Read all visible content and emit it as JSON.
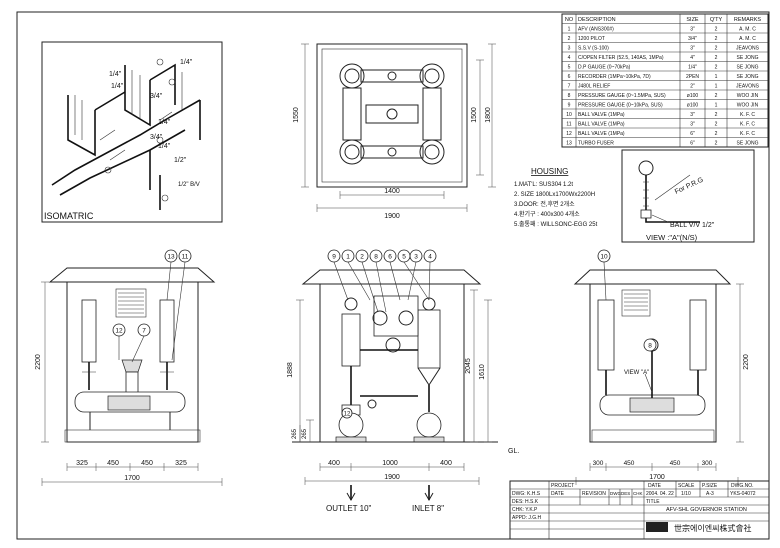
{
  "bom": {
    "headers": [
      "NO",
      "DESCRIPTION",
      "SIZE",
      "Q'TY",
      "REMARKS"
    ],
    "rows": [
      [
        "1",
        "AFV (ANS300#)",
        "3\"",
        "2",
        "A. M. C"
      ],
      [
        "2",
        "1200 PILOT",
        "3/4\"",
        "2",
        "A. M. C"
      ],
      [
        "3",
        "S.S.V (S-100)",
        "3\"",
        "2",
        "JEAVONS"
      ],
      [
        "4",
        "C/OPEN FILTER (52.5, 140AS, 1MPa)",
        "4\"",
        "2",
        "SE JONG"
      ],
      [
        "5",
        "D.P GAUGE (0~70kPa)",
        "1/4\"",
        "2",
        "SE JONG"
      ],
      [
        "6",
        "RECORDER (1MPa~10kPa, 7D)",
        "2PEN",
        "1",
        "SE JONG"
      ],
      [
        "7",
        "J480L RELIEF",
        "2\"",
        "1",
        "JEAVONS"
      ],
      [
        "8",
        "PRESSURE GAUGE (0~1.5MPa, SUS)",
        "ø100",
        "2",
        "WOO JIN"
      ],
      [
        "9",
        "PRESSURE GAUGE (0~10kPa, SUS)",
        "ø100",
        "1",
        "WOO JIN"
      ],
      [
        "10",
        "BALL VALVE (1MPa)",
        "3\"",
        "2",
        "K. F. C"
      ],
      [
        "11",
        "BALL VALVE (1MPa)",
        "3\"",
        "2",
        "K. F. C"
      ],
      [
        "12",
        "BALL VALVE (1MPa)",
        "6\"",
        "2",
        "K. F. C"
      ],
      [
        "13",
        "TURBO FUSER",
        "6\"",
        "2",
        "SE JONG"
      ]
    ]
  },
  "isometric": {
    "title": "ISOMATRIC",
    "labels": [
      "1/4\"",
      "1/4\"",
      "1/4\"",
      "3/4\"",
      "1/4\"",
      "3/4\"",
      "1/4\"",
      "1/2\"",
      "1/2\" B/V"
    ]
  },
  "plan": {
    "dims": [
      "1400",
      "1900",
      "1550",
      "1500",
      "1800"
    ]
  },
  "housing": {
    "title": "HOUSING",
    "lines": [
      "1.MAT'L: SUS304 1.2t",
      "2. SIZE   1800Lx1700Wx2200H",
      "3.DOOR: 전,후면 2개소",
      "4.환기구 : 400x300 4개소",
      "5.출통패 : WILLSONC-EGG 25t"
    ]
  },
  "view_a": {
    "title": "VIEW :\"A\"(N/S)",
    "label_prg": "For P.R.G",
    "label_ball": "BALL V/V 1/2\""
  },
  "left_view": {
    "balloons": [
      "13",
      "11",
      "12",
      "7"
    ],
    "height_dim": "2200",
    "bottom_dims": [
      "325",
      "450",
      "450",
      "325"
    ],
    "total_dim": "1700"
  },
  "front_view": {
    "balloons": [
      "9",
      "1",
      "2",
      "8",
      "6",
      "3",
      "5",
      "4"
    ],
    "balloon_inner": "12",
    "left_dims": [
      "1888",
      "265",
      "265"
    ],
    "right_dims": [
      "2045",
      "1610"
    ],
    "bottom_dims": [
      "400",
      "1000",
      "400"
    ],
    "total_dim": "1900",
    "gl": "GL.",
    "outlet": "OUTLET 10\"",
    "inlet": "INLET 8\""
  },
  "right_view": {
    "balloons": [
      "10",
      "8"
    ],
    "view_label": "VIEW \"A\"",
    "height_dim": "2200",
    "bottom_dims": [
      "300",
      "450",
      "450",
      "300"
    ],
    "total_dim": "1700"
  },
  "title_block": {
    "rows_left": [
      "DWG: K.H.S",
      "DES: H.S.K",
      "CHK: Y.K.P",
      "APPD: J.G.H"
    ],
    "revision_header": [
      "DATE",
      "REVISION",
      "DWG",
      "DES",
      "CHK"
    ],
    "date": "2004. 04. 22",
    "scale": "1/10",
    "size": "A-3",
    "dwg_no": "YKS-04072",
    "headers": [
      "PROJECT",
      "DATE",
      "SCALE",
      "P.SIZE",
      "DWG.NO."
    ],
    "title_label": "TITLE",
    "title": "AFV-SHL GOVERNOR STATION",
    "company": "世宗에이엔씨株式會社"
  }
}
